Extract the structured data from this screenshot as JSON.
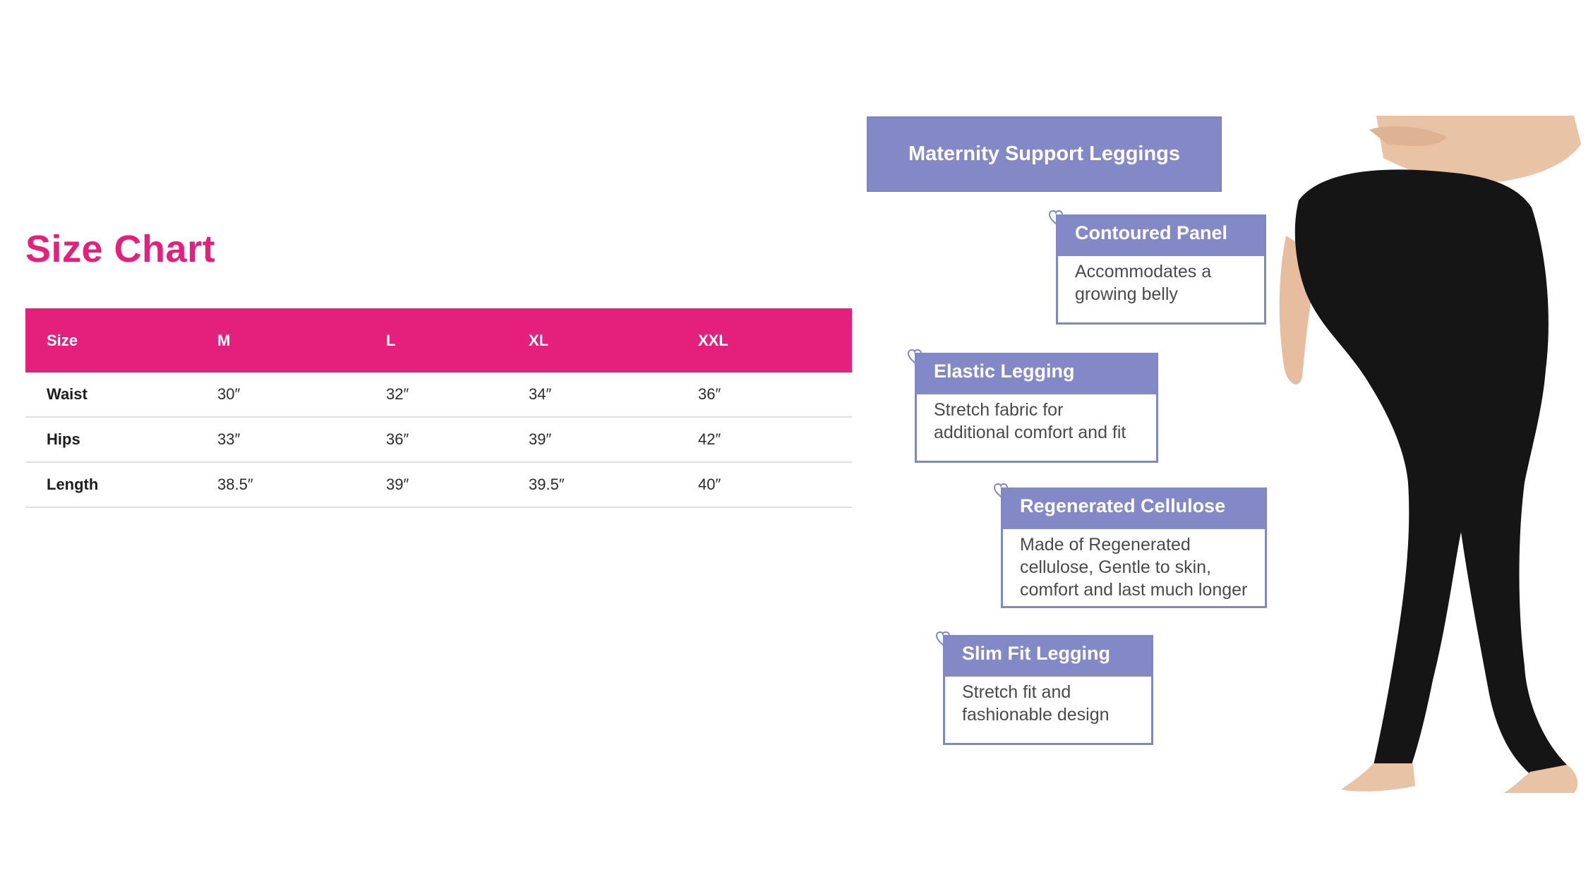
{
  "size_chart": {
    "title": "Size Chart",
    "columns": [
      "Size",
      "M",
      "L",
      "XL",
      "XXL"
    ],
    "rows": [
      {
        "label": "Waist",
        "values": [
          "30″",
          "32″",
          "34″",
          "36″"
        ]
      },
      {
        "label": "Hips",
        "values": [
          "33″",
          "36″",
          "39″",
          "42″"
        ]
      },
      {
        "label": "Length",
        "values": [
          "38.5″",
          "39″",
          "39.5″",
          "40″"
        ]
      }
    ]
  },
  "infographic": {
    "title": "Maternity Support Leggings",
    "features": [
      {
        "title": "Contoured Panel",
        "lines": [
          "Accommodates a",
          "growing belly"
        ]
      },
      {
        "title": "Elastic Legging",
        "lines": [
          "Stretch fabric for",
          "additional comfort and fit"
        ]
      },
      {
        "title": "Regenerated Cellulose",
        "lines": [
          "Made of Regenerated",
          "cellulose, Gentle to skin,",
          "comfort and last much longer"
        ]
      },
      {
        "title": "Slim Fit Legging",
        "lines": [
          "Stretch fit and",
          "fashionable design"
        ]
      }
    ]
  },
  "colors": {
    "accent_pink": "#e51f7c",
    "panel_purple": "#8289c6",
    "legging_black": "#151515",
    "skin": "#e9c3a6"
  }
}
